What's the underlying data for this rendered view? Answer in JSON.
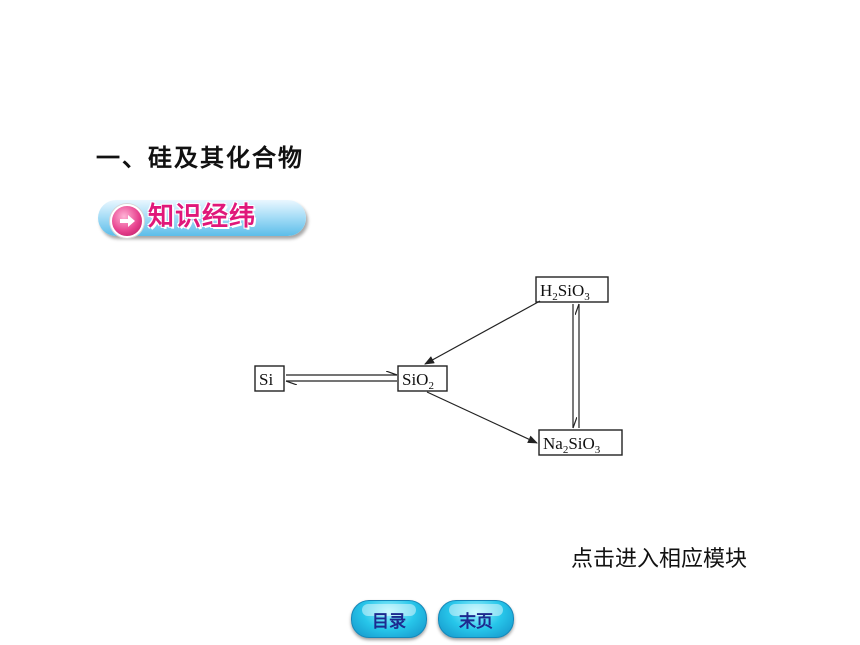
{
  "section": {
    "title": "一、硅及其化合物"
  },
  "banner": {
    "label": "知识经纬",
    "icon": "arrow-right-icon",
    "accent": "#e0187a"
  },
  "diagram": {
    "nodes": {
      "si": "Si",
      "sio2": {
        "base": "SiO",
        "sub": "2"
      },
      "h2sio3": {
        "p1": "H",
        "s1": "2",
        "p2": "SiO",
        "s2": "3"
      },
      "na2sio3": {
        "p1": "Na",
        "s1": "2",
        "p2": "SiO",
        "s2": "3"
      }
    },
    "edges": [
      {
        "from": "Si",
        "to": "SiO2",
        "kind": "reversible"
      },
      {
        "from": "H2SiO3",
        "to": "SiO2",
        "kind": "single"
      },
      {
        "from": "SiO2",
        "to": "Na2SiO3",
        "kind": "single"
      },
      {
        "from": "H2SiO3",
        "to": "Na2SiO3",
        "kind": "reversible"
      }
    ]
  },
  "hint": "点击进入相应模块",
  "nav": {
    "toc_label": "目录",
    "last_label": "末页"
  }
}
